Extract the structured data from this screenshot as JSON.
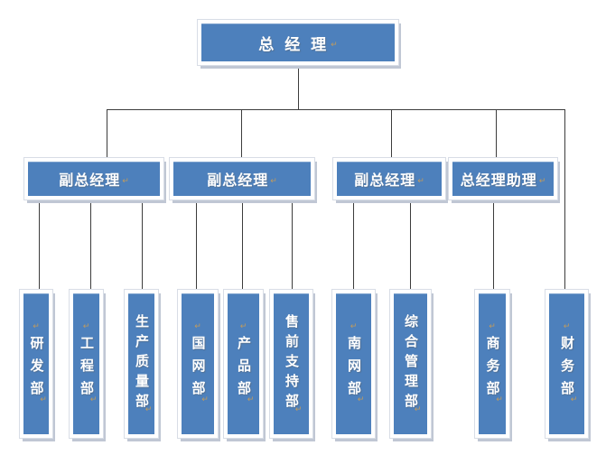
{
  "org": {
    "root": {
      "label": "总 经 理"
    },
    "managers": [
      {
        "label": "副总经理"
      },
      {
        "label": "副总经理"
      },
      {
        "label": "副总经理"
      },
      {
        "label": "总经理助理"
      }
    ],
    "departments": [
      {
        "label": "研发部"
      },
      {
        "label": "工程部"
      },
      {
        "label": "生产质量部"
      },
      {
        "label": "国网部"
      },
      {
        "label": "产品部"
      },
      {
        "label": "售前支持部"
      },
      {
        "label": "南网部"
      },
      {
        "label": "综合管理部"
      },
      {
        "label": "商务部"
      },
      {
        "label": "财务部"
      }
    ],
    "hierarchy": {
      "root": "总经理",
      "children": [
        {
          "label": "副总经理",
          "children": [
            "研发部",
            "工程部",
            "生产质量部"
          ]
        },
        {
          "label": "副总经理",
          "children": [
            "国网部",
            "产品部",
            "售前支持部"
          ]
        },
        {
          "label": "副总经理",
          "children": [
            "南网部",
            "综合管理部"
          ]
        },
        {
          "label": "总经理助理",
          "children": [
            "商务部"
          ]
        },
        {
          "label": "财务部",
          "children": []
        }
      ]
    }
  },
  "icons": {
    "return_mark": "↵"
  },
  "colors": {
    "box_fill": "#4d80bc",
    "box_frame": "#ffffff",
    "frame_border": "#d8dde6",
    "shadow": "#c0c7d4",
    "connector": "#3c3c3c",
    "label_text": "#ffffff",
    "return_mark": "#c09a5e"
  }
}
